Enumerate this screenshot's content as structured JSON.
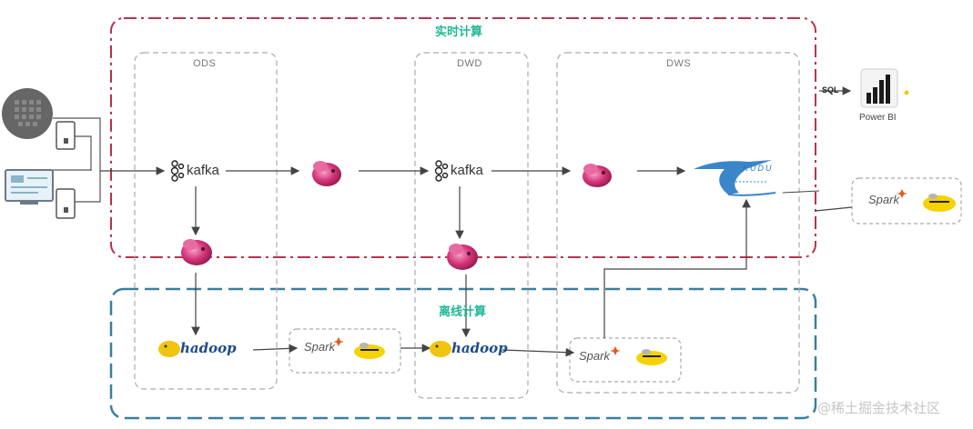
{
  "regions": {
    "realtime": {
      "title": "实时计算",
      "border_color": "#b8324a"
    },
    "offline": {
      "title": "离线计算",
      "border_color": "#3a7fa0"
    }
  },
  "layers": {
    "ods": "ODS",
    "dwd": "DWD",
    "dws": "DWS"
  },
  "components": {
    "kafka_label": "kafka",
    "hadoop_label": "hadoop",
    "spark_label": "Spark",
    "kudu_label": "KUDU",
    "powerbi_label": "Power BI",
    "sql_label": "SQL"
  },
  "icons": {
    "sources": [
      "database-icon",
      "phone-icon",
      "monitor-icon",
      "phone-icon"
    ],
    "processing": "flink-squirrel-icon",
    "hive": "hive-bee-icon"
  },
  "watermark": "@稀土掘金技术社区",
  "colors": {
    "accent": "#1fb894",
    "arrow": "#444444"
  }
}
